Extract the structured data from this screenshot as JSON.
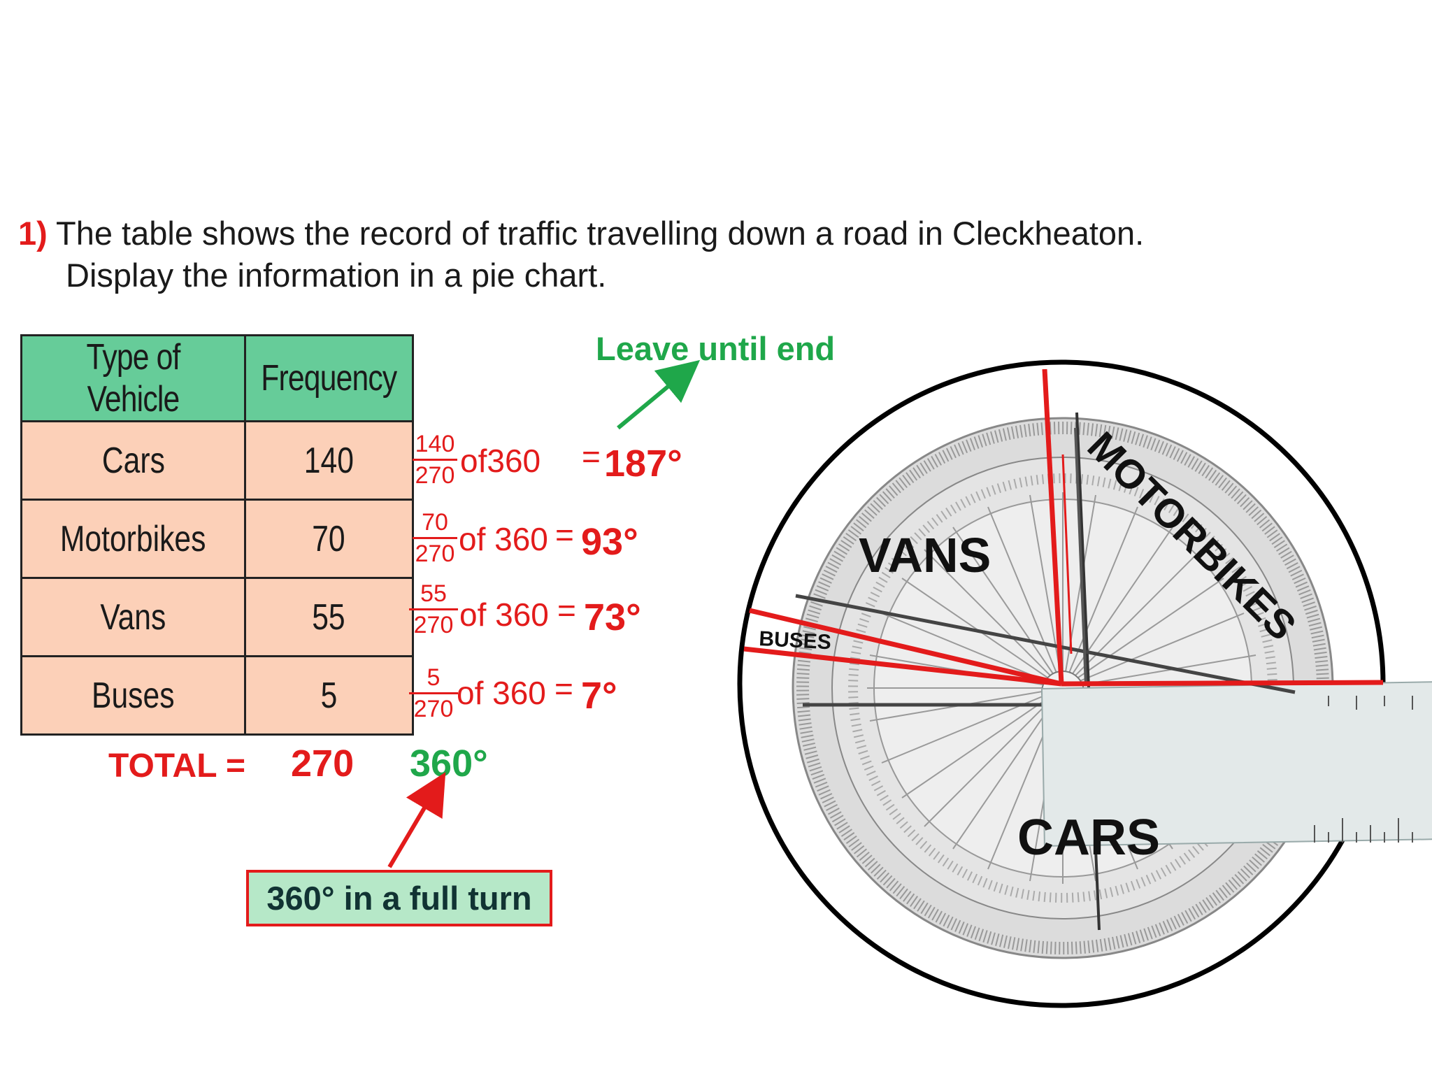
{
  "question": {
    "number": "1)",
    "line1": "The table shows the record of traffic travelling down a road in Cleckheaton.",
    "line2": "Display the information in a pie chart."
  },
  "table": {
    "headers": [
      "Type of Vehicle",
      "Frequency"
    ],
    "rows": [
      {
        "vehicle": "Cars",
        "frequency": "140"
      },
      {
        "vehicle": "Motorbikes",
        "frequency": "70"
      },
      {
        "vehicle": "Vans",
        "frequency": "55"
      },
      {
        "vehicle": "Buses",
        "frequency": "5"
      }
    ]
  },
  "calculations": [
    {
      "numerator": "140",
      "denominator": "270",
      "of_text": "of360",
      "equals": "=",
      "result": "187°"
    },
    {
      "numerator": "70",
      "denominator": "270",
      "of_text": "of 360",
      "equals": "=",
      "result": "93°"
    },
    {
      "numerator": "55",
      "denominator": "270",
      "of_text": "of 360",
      "equals": "=",
      "result": "73°"
    },
    {
      "numerator": "5",
      "denominator": "270",
      "of_text": "of 360",
      "equals": "=",
      "result": "7°"
    }
  ],
  "total": {
    "label": "TOTAL =",
    "value": "270",
    "degrees": "360°"
  },
  "annotations": {
    "leave_until_end": "Leave until end",
    "full_turn_box": "360° in a full turn"
  },
  "pie": {
    "labels": [
      "VANS",
      "MOTORBIKES",
      "BUSES",
      "CARS"
    ],
    "colors": {
      "line": "#e31b1b",
      "circle": "#000000",
      "protractor": "#d9d9d9",
      "ruler": "#e8ecec"
    }
  }
}
